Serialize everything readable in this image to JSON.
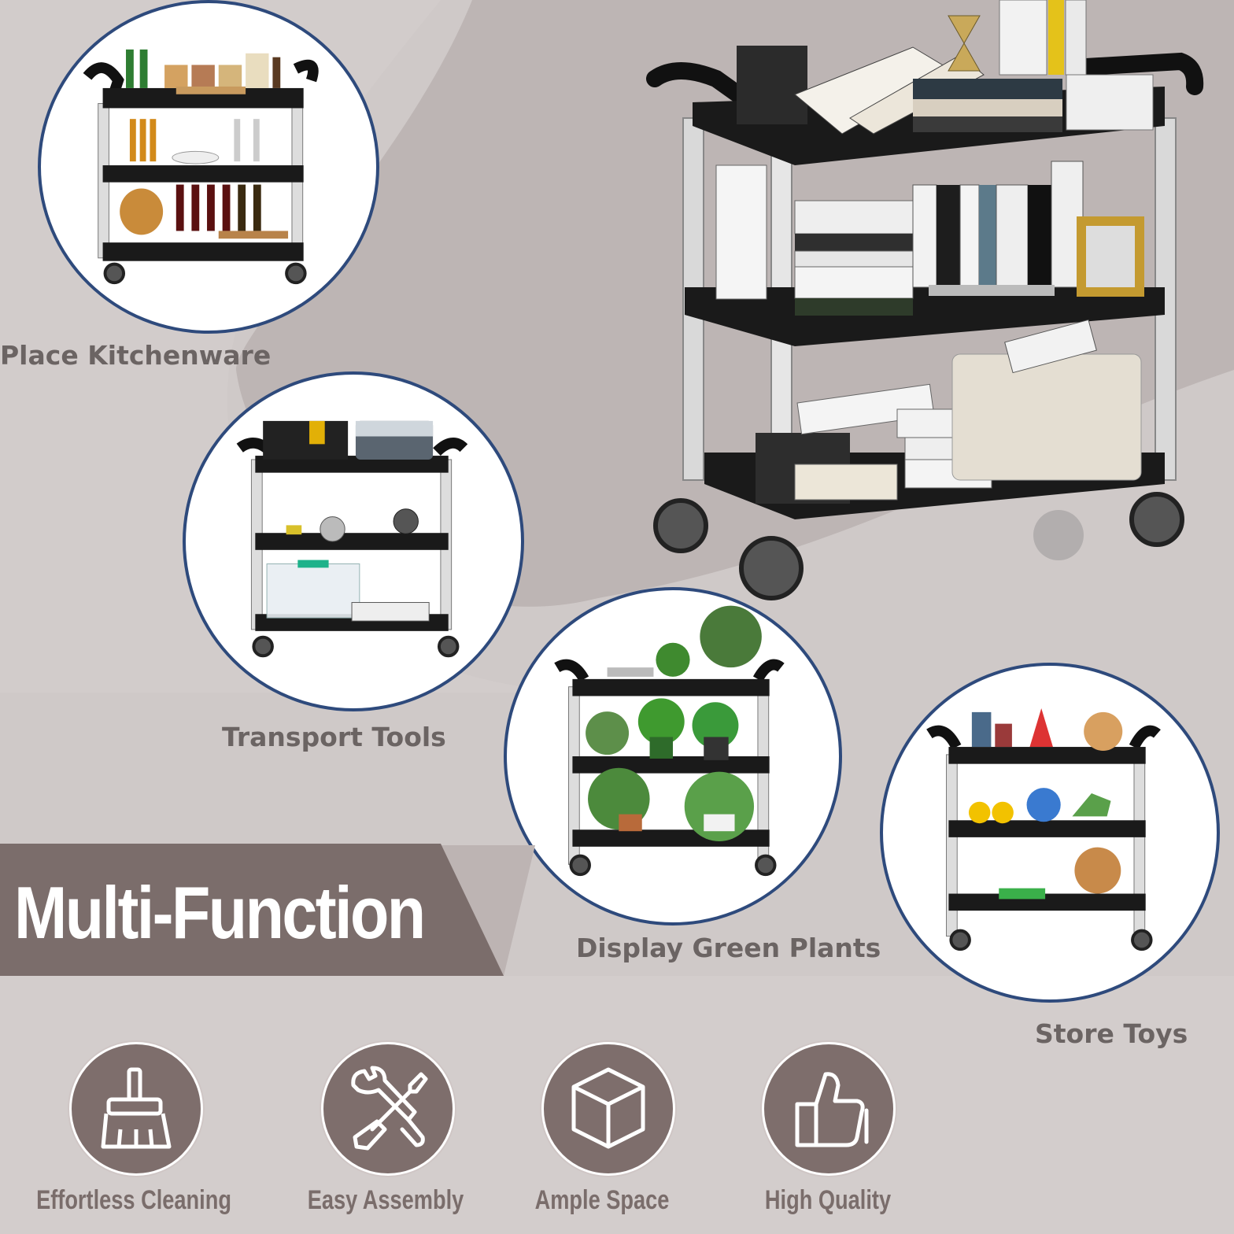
{
  "headline": "Multi-Function",
  "uses": [
    {
      "caption": "Place Kitchenware"
    },
    {
      "caption": "Transport Tools"
    },
    {
      "caption": "Display Green Plants"
    },
    {
      "caption": "Store Toys"
    }
  ],
  "features": [
    {
      "label": "Effortless Cleaning",
      "icon": "broom-icon"
    },
    {
      "label": "Easy Assembly",
      "icon": "wrench-screwdriver-icon"
    },
    {
      "label": "Ample Space",
      "icon": "box-icon"
    },
    {
      "label": "High Quality",
      "icon": "thumbs-up-icon"
    }
  ],
  "colors": {
    "background": "#cbc4c3",
    "swoosh": "#bab2b1",
    "banner": "#7b6d6b",
    "circle_border": "#2e4a7c",
    "caption": "#6b6463"
  }
}
